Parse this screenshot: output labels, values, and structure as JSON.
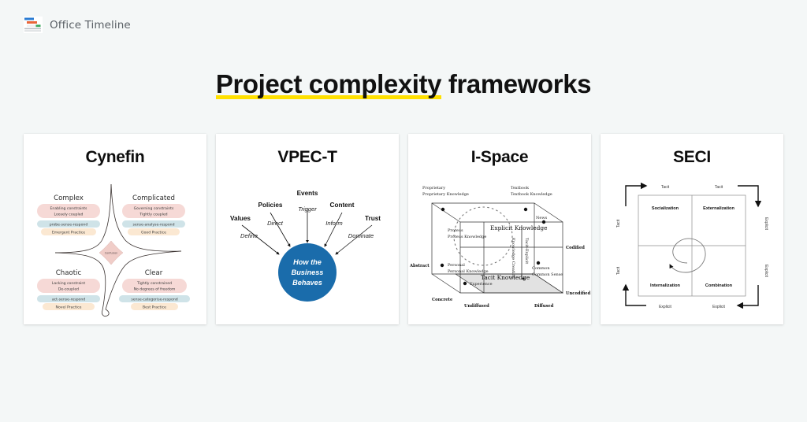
{
  "brand": {
    "name": "Office Timeline",
    "logo_icon": "gantt-chart-icon",
    "logo_colors": [
      "#2b7cd3",
      "#e8663a",
      "#3aa85c",
      "#9aa0a6"
    ]
  },
  "page": {
    "title_highlighted": "Project complexity",
    "title_rest": " frameworks",
    "title_full": "Project complexity frameworks",
    "highlight_color": "#ffe000",
    "background_color": "#f4f7f7"
  },
  "cards": [
    {
      "id": "cynefin",
      "title": "Cynefin",
      "diagram": {
        "type": "cynefin-quadrants",
        "center_label": "Confusion",
        "quadrants": [
          {
            "position": "top-left",
            "name": "Complex",
            "constraint_lines": [
              "Enabling constraints",
              "Loosely coupled"
            ],
            "action": "probe-sense-respond",
            "practice": "Emergent Practice"
          },
          {
            "position": "top-right",
            "name": "Complicated",
            "constraint_lines": [
              "Governing constraints",
              "Tightly coupled"
            ],
            "action": "sense-analyse-respond",
            "practice": "Good Practice"
          },
          {
            "position": "bottom-left",
            "name": "Chaotic",
            "constraint_lines": [
              "Lacking constraint",
              "De-coupled"
            ],
            "action": "act-sense-respond",
            "practice": "Novel Practice"
          },
          {
            "position": "bottom-right",
            "name": "Clear",
            "constraint_lines": [
              "Tightly constrained",
              "No degrees of freedom"
            ],
            "action": "sense-categorise-respond",
            "practice": "Best Practice"
          }
        ],
        "colors": {
          "constraint_pill": "#f6d9d6",
          "action_pill": "#cfe3e8",
          "practice_pill": "#fbe8d2",
          "center_fill": "#f3d8d5"
        }
      }
    },
    {
      "id": "vpec-t",
      "title": "VPEC-T",
      "diagram": {
        "type": "vpect-radial",
        "core_label_lines": [
          "How the",
          "Business",
          "Behaves"
        ],
        "core_color": "#1a6cab",
        "spokes": [
          {
            "node": "Values",
            "verb": "Define"
          },
          {
            "node": "Policies",
            "verb": "Direct"
          },
          {
            "node": "Events",
            "verb": "Trigger"
          },
          {
            "node": "Content",
            "verb": "Inform"
          },
          {
            "node": "Trust",
            "verb": "Dominate"
          }
        ]
      }
    },
    {
      "id": "i-space",
      "title": "I-Space",
      "diagram": {
        "type": "ispace-cube",
        "axes": [
          {
            "name": "Abstract",
            "position": "left-upper"
          },
          {
            "name": "Concrete",
            "position": "left-lower"
          },
          {
            "name": "Codified",
            "position": "right-upper"
          },
          {
            "name": "Uncodified",
            "position": "right-lower"
          },
          {
            "name": "Undiffused",
            "position": "bottom-left"
          },
          {
            "name": "Diffused",
            "position": "bottom-right"
          }
        ],
        "plane_labels": [
          "Explicit Knowledge",
          "Tacit Knowledge"
        ],
        "arrow_labels": [
          "Knowledge Creation",
          "Tacit-Explicit"
        ],
        "points": [
          {
            "label": "Proprietary Knowledge",
            "position": "top-left-outside"
          },
          {
            "label": "Textbook Knowledge",
            "position": "top-right-outside"
          },
          {
            "label": "Proteus Knowledge",
            "position": "inner-top-left"
          },
          {
            "label": "News",
            "position": "inner-top-right"
          },
          {
            "label": "Personal Knowledge",
            "position": "mid-left"
          },
          {
            "label": "Common Sense",
            "position": "mid-right"
          },
          {
            "label": "Experience",
            "position": "bottom-left"
          }
        ]
      }
    },
    {
      "id": "seci",
      "title": "SECI",
      "diagram": {
        "type": "seci-matrix",
        "quadrants": [
          {
            "position": "top-left",
            "name": "Socialization"
          },
          {
            "position": "top-right",
            "name": "Externalization"
          },
          {
            "position": "bottom-left",
            "name": "Internalization"
          },
          {
            "position": "bottom-right",
            "name": "Combination"
          }
        ],
        "edge_labels": {
          "top_left": "Tacit",
          "top_right": "Tacit",
          "bottom_left": "Explicit",
          "bottom_right": "Explicit",
          "left_upper": "Tacit",
          "left_lower": "Tacit",
          "right_upper": "Explicit",
          "right_lower": "Explicit"
        },
        "center_motif": "knowledge-spiral"
      }
    }
  ]
}
